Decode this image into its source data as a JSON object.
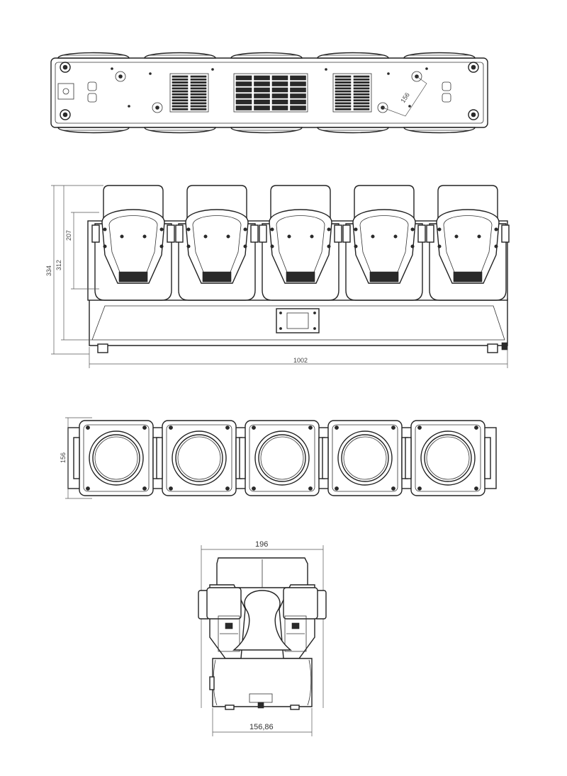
{
  "dimensions": {
    "top_view_spacing": "156",
    "front_height_total": "334",
    "front_height_mid": "312",
    "front_height_head": "207",
    "front_width": "1002",
    "bottom_view_depth": "156",
    "side_width_top": "196",
    "side_width_base": "156,86"
  },
  "heads_count": 5,
  "colors": {
    "line": "#222222",
    "dimension": "#555555",
    "background": "#ffffff"
  }
}
